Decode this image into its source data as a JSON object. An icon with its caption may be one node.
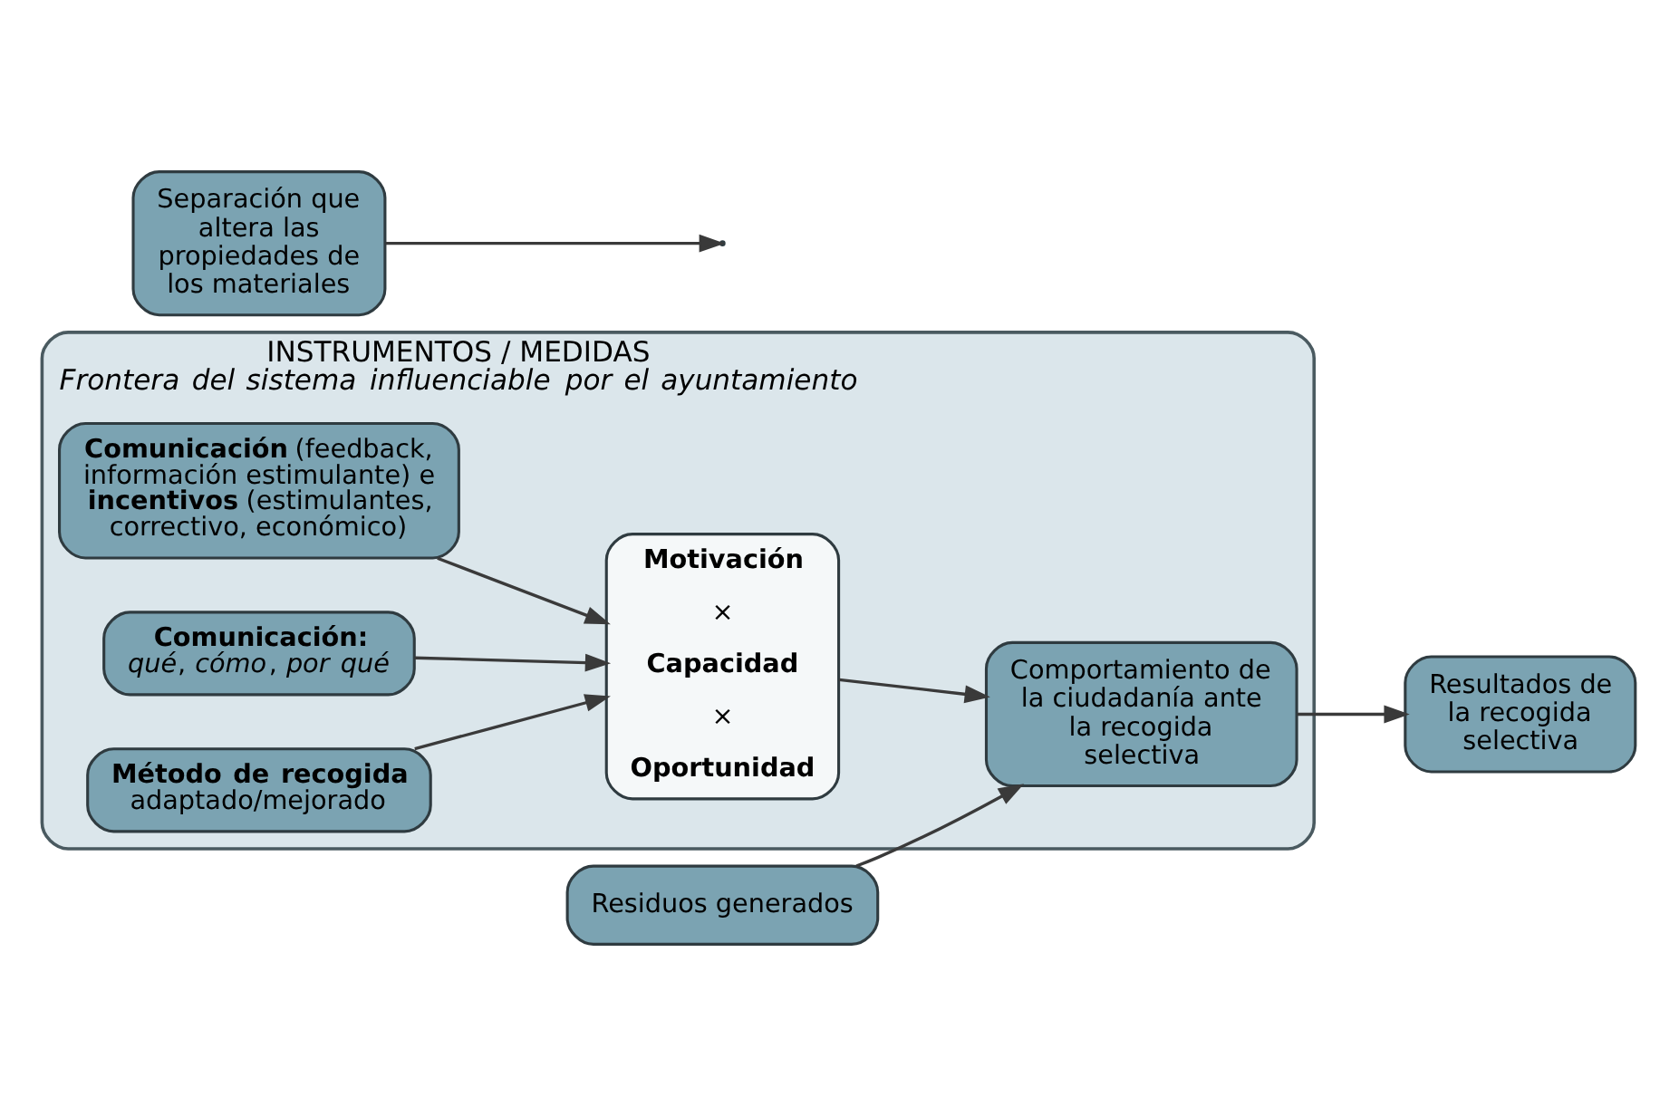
{
  "diagram": {
    "nodes": [
      {
        "text": [
          "INSTRUMENTOS / MEDIDAS",
          "Frontera del sistema influenciable por el ayuntamiento"
        ]
      },
      {
        "text": [
          "Residuos generados"
        ]
      },
      {
        "text": [
          "Separación que altera las propiedades de los materiales"
        ]
      },
      {
        "text": [
          "**Comunicación** (feedback, información estimulante) e **incentivos** (estimulantes, correctivo, económico)"
        ],
        "in": 0
      },
      {
        "text": [
          "Comunicación:",
          "*qué*, *cómo*, *por qué*"
        ],
        "in": 0
      },
      {
        "text": [
          "Método de recogida",
          "adaptado/mejorado"
        ],
        "in": 0
      },
      {
        "text": [
          "Motivación",
          "×",
          "Capacidad",
          "×",
          "Oportunidad"
        ],
        "in": 0
      },
      {
        "text": [
          "Comportamiento de la ciudadanía ante la recogida selectiva"
        ],
        "in": 0
      },
      {
        "text": [
          "Resultados de la recogida selectiva"
        ]
      }
    ],
    "edges": [
      {
        "from": 3,
        "to": 6,
        "arrow": "to"
      },
      {
        "from": 4,
        "to": 6,
        "arrow": "to"
      },
      {
        "from": 5,
        "to": 6,
        "arrow": "to"
      },
      {
        "from": 6,
        "to": 7,
        "arrow": "to"
      },
      {
        "from": 1,
        "to": 7,
        "arrow": "to"
      },
      {
        "from": 2,
        "to": null,
        "arrow": "to"
      },
      {
        "from": 7,
        "to": 8,
        "arrow": "to"
      }
    ]
  }
}
